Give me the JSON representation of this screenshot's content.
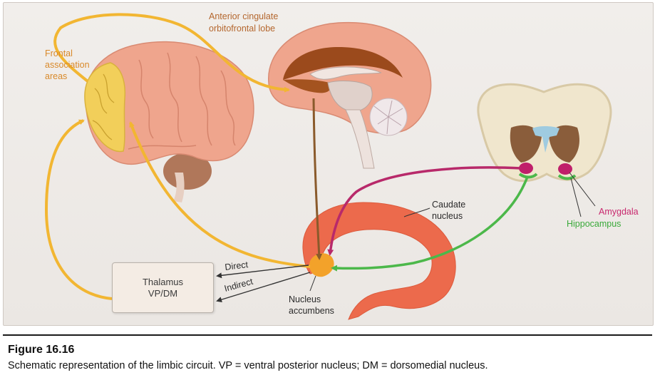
{
  "labels": {
    "frontal": [
      "Frontal",
      "association",
      "areas"
    ],
    "cingulate": [
      "Anterior cingulate",
      "orbitofrontal lobe"
    ],
    "caudate": [
      "Caudate",
      "nucleus"
    ],
    "amygdala": "Amygdala",
    "hippocampus": "Hippocampus",
    "direct": "Direct",
    "indirect": "Indirect",
    "accumbens": [
      "Nucleus",
      "accumbens"
    ]
  },
  "thalamus": {
    "line1": "Thalamus",
    "line2": "VP/DM"
  },
  "caption": {
    "number": "Figure 16.16",
    "text": "Schematic representation of the limbic circuit. VP = ventral posterior nucleus; DM = dorsomedial nucleus."
  },
  "colors": {
    "pathway_orange": "#f2b632",
    "pathway_brown": "#8a5a2b",
    "pathway_magenta": "#b8296a",
    "pathway_green": "#4cb84a",
    "caudate": "#ec6a4c",
    "frontal_association": "#f2cf5a",
    "brain_pink": "#efa58d"
  }
}
